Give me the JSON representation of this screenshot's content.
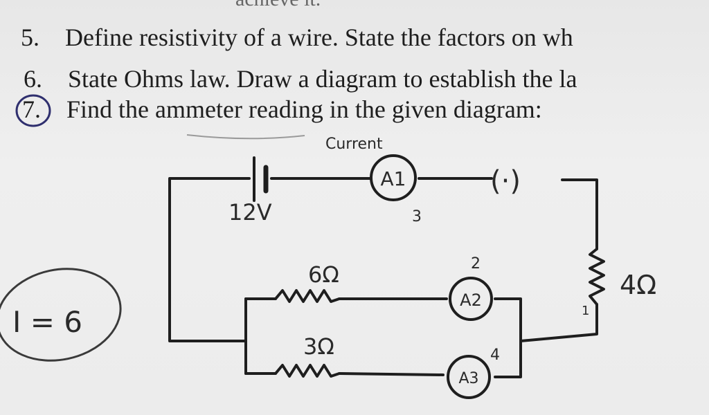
{
  "top_cut": "achieve it.",
  "questions": [
    {
      "num": "5.",
      "text": "Define resistivity of a wire. State the factors on wh"
    },
    {
      "num": "6.",
      "text": "State Ohms law. Draw a diagram to establish the la"
    },
    {
      "num": "7.",
      "text": "Find the ammeter reading in the given diagram:"
    }
  ],
  "annotations": {
    "current_note": "Current",
    "answer": "I = 6",
    "a1_note": "3",
    "a2_note": "2",
    "a3_note": "4",
    "r4_note": "1"
  },
  "circuit": {
    "battery_label": "12V",
    "ammeters": [
      "A1",
      "A2",
      "A3"
    ],
    "key_label": "(·)",
    "resistors": [
      "6Ω",
      "3Ω",
      "4Ω"
    ]
  },
  "colors": {
    "ink": "#1e1e1e",
    "pen": "#2f2f6e",
    "paper": "#ececec"
  }
}
